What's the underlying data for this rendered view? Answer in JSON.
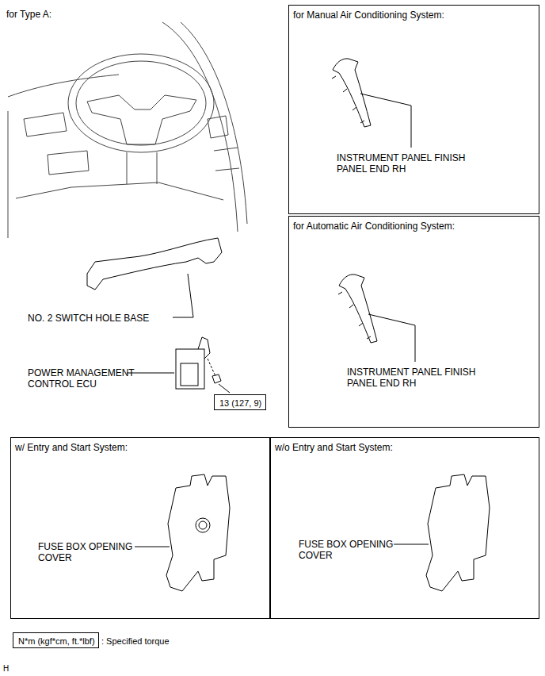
{
  "diagram": {
    "nodes": [
      {
        "text": [
          "for Manual Air Conditioning System:"
        ]
      },
      {
        "text": [
          "for Automatic Air Conditioning System:"
        ]
      },
      {
        "text": [
          "13 (127, 9)"
        ]
      },
      {
        "text": [
          "w/ Entry and Start System:"
        ]
      },
      {
        "text": [
          "w/o Entry and Start System:"
        ]
      },
      {
        "text": [
          "N*m (kgf*cm, ft.*lbf)",
          ": Specified torque"
        ]
      }
    ],
    "labels": [
      "for Type A:",
      "INSTRUMENT PANEL FINISH PANEL END RH",
      "NO. 2 SWITCH HOLE BASE",
      "INSTRUMENT PANEL FINISH PANEL END RH",
      "POWER MANAGEMENT CONTROL ECU",
      "FUSE BOX OPENING COVER",
      "FUSE BOX OPENING COVER",
      "H"
    ]
  }
}
